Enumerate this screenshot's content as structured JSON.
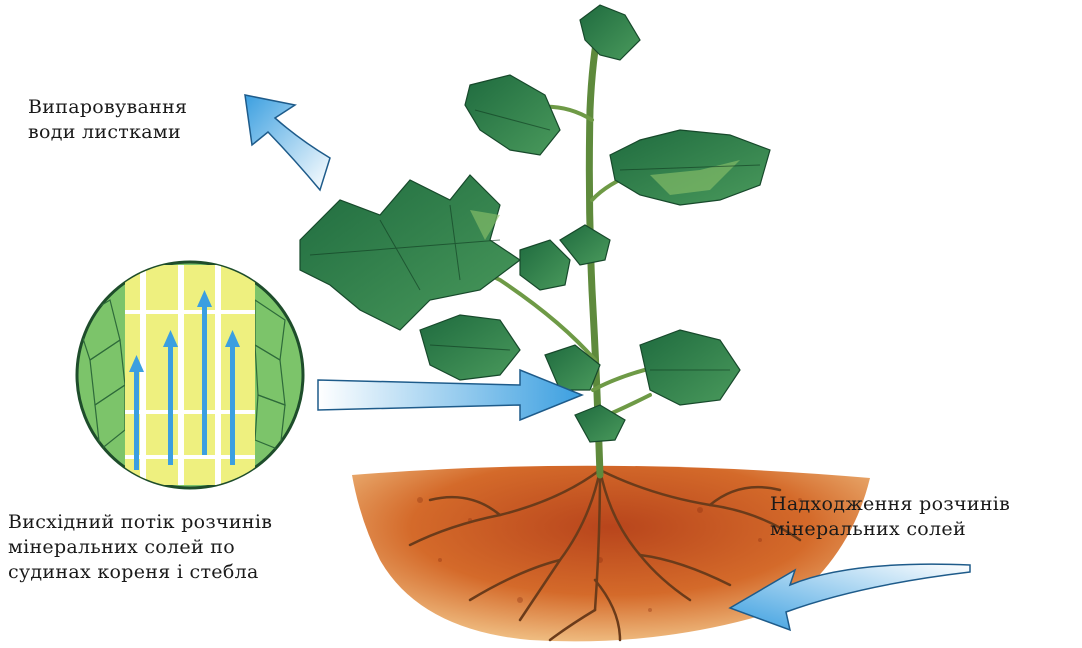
{
  "captions": {
    "evaporation": [
      "Випаровування",
      "води листками"
    ],
    "ascending_flow": [
      "Висхідний потік розчинів",
      "мінеральних солей по",
      "судинах кореня і стебла"
    ],
    "intake": [
      "Надходження розчинів",
      "мінеральних солей"
    ]
  },
  "colors": {
    "arrow": "#3b9fe0",
    "leaf": "#2f7a4a",
    "leaf_light": "#8ec36a",
    "soil": "#c65a22",
    "cell_fill": "#7cc46a",
    "vessel": "#e9ec7a"
  }
}
